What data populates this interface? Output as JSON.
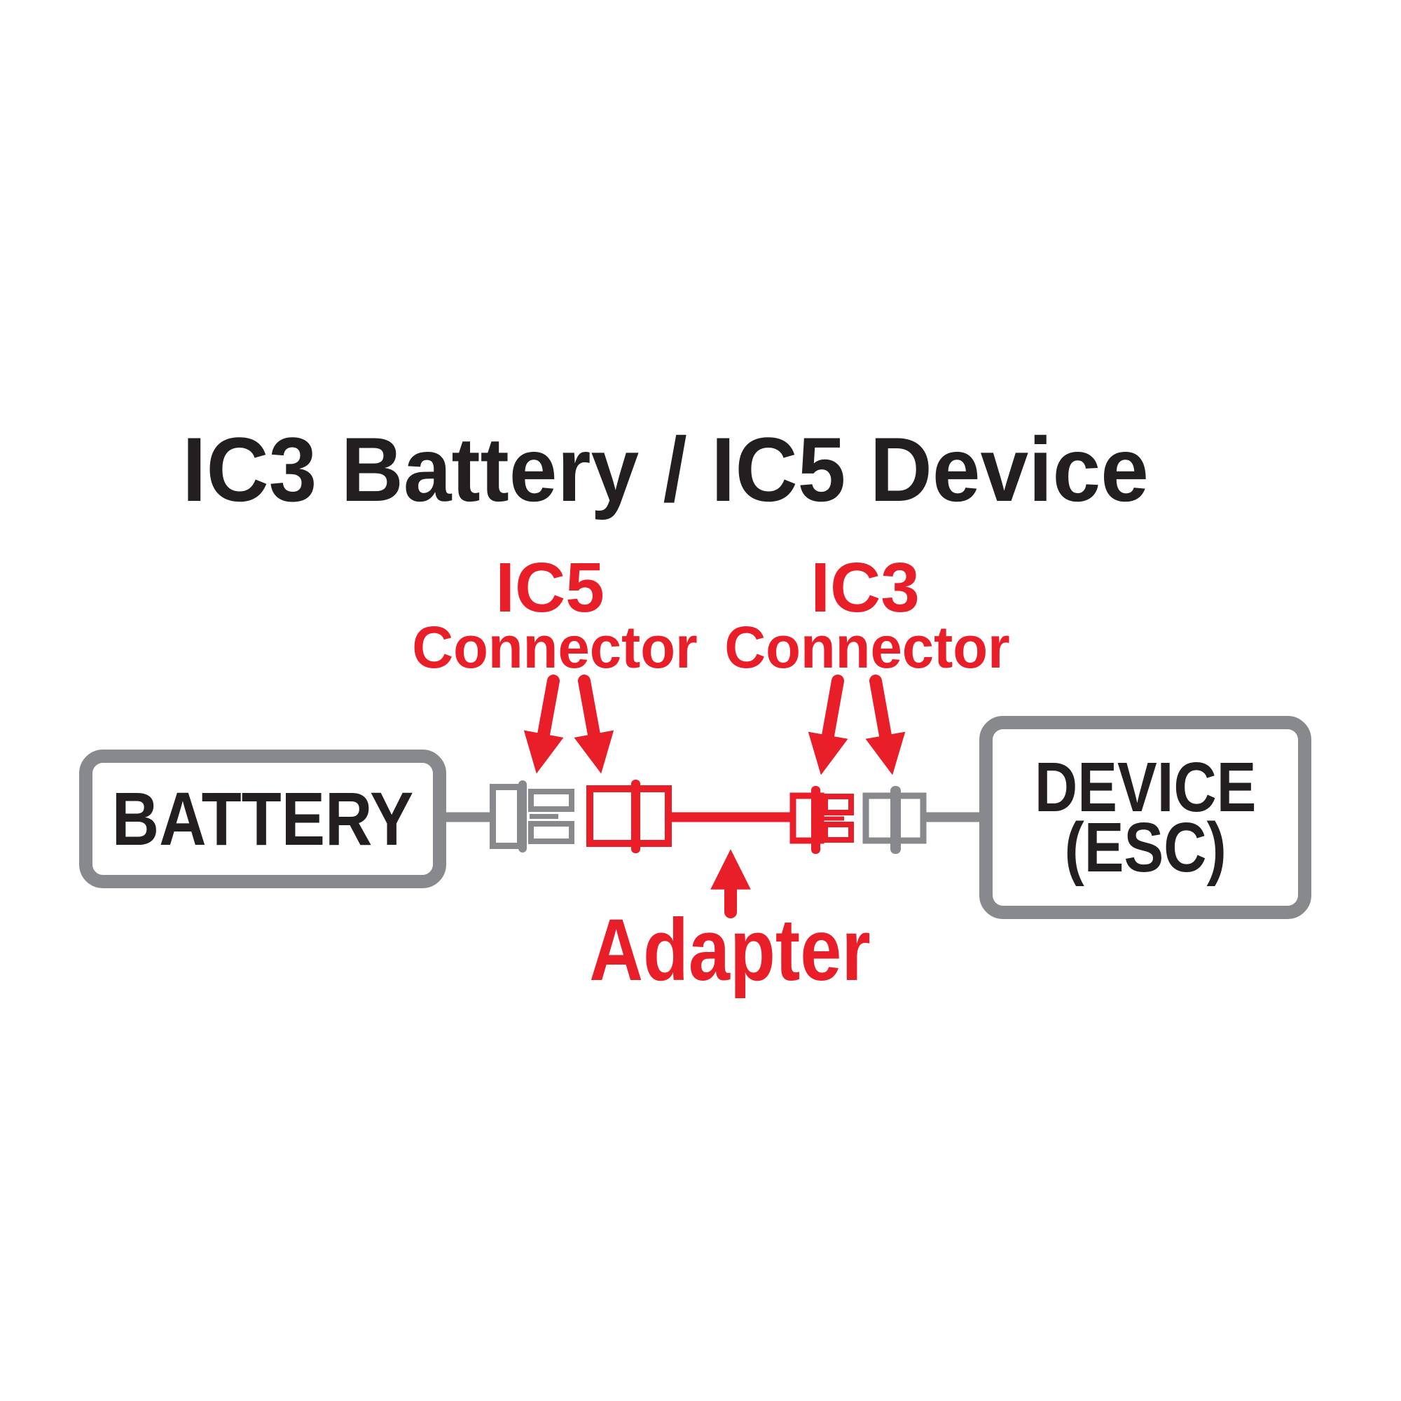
{
  "title": "IC3 Battery / IC5 Device",
  "ic5_label": {
    "name": "IC5",
    "sub": "Connector"
  },
  "ic3_label": {
    "name": "IC3",
    "sub": "Connector"
  },
  "adapter_label": "Adapter",
  "battery_box": {
    "label": "BATTERY"
  },
  "device_box": {
    "line1": "DEVICE",
    "line2": "(ESC)"
  },
  "colors": {
    "accent_red": "#e81e28",
    "wire_gray": "#87898c",
    "text_black": "#231f20",
    "background": "#ffffff"
  },
  "icons": {
    "down_arrow": "↓ red pointer arrow",
    "up_arrow": "↑ red pointer arrow",
    "male_connector": "plug glyph with two prongs",
    "female_connector": "socket glyph with flange bar"
  }
}
